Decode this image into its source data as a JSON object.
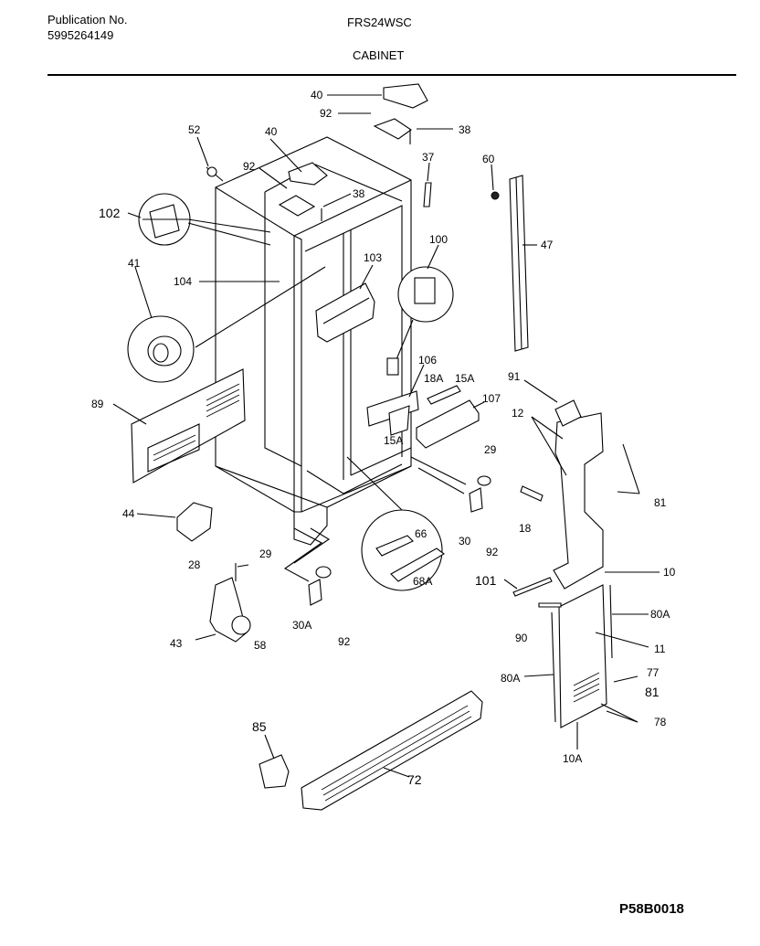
{
  "header": {
    "pub_label": "Publication No.",
    "pub_number": "5995264149",
    "model": "FRS24WSC",
    "section": "CABINET"
  },
  "footer": {
    "code": "P58B0018"
  },
  "callouts": [
    "40",
    "92",
    "38",
    "52",
    "40",
    "92",
    "38",
    "37",
    "60",
    "102",
    "47",
    "41",
    "104",
    "103",
    "100",
    "106",
    "18A",
    "15A",
    "107",
    "89",
    "15A",
    "91",
    "12",
    "29",
    "18",
    "81",
    "44",
    "66",
    "30",
    "92",
    "28",
    "29",
    "68A",
    "10",
    "101",
    "80A",
    "43",
    "58",
    "30A",
    "92",
    "90",
    "11",
    "80A",
    "77",
    "81",
    "78",
    "85",
    "72",
    "10A"
  ]
}
